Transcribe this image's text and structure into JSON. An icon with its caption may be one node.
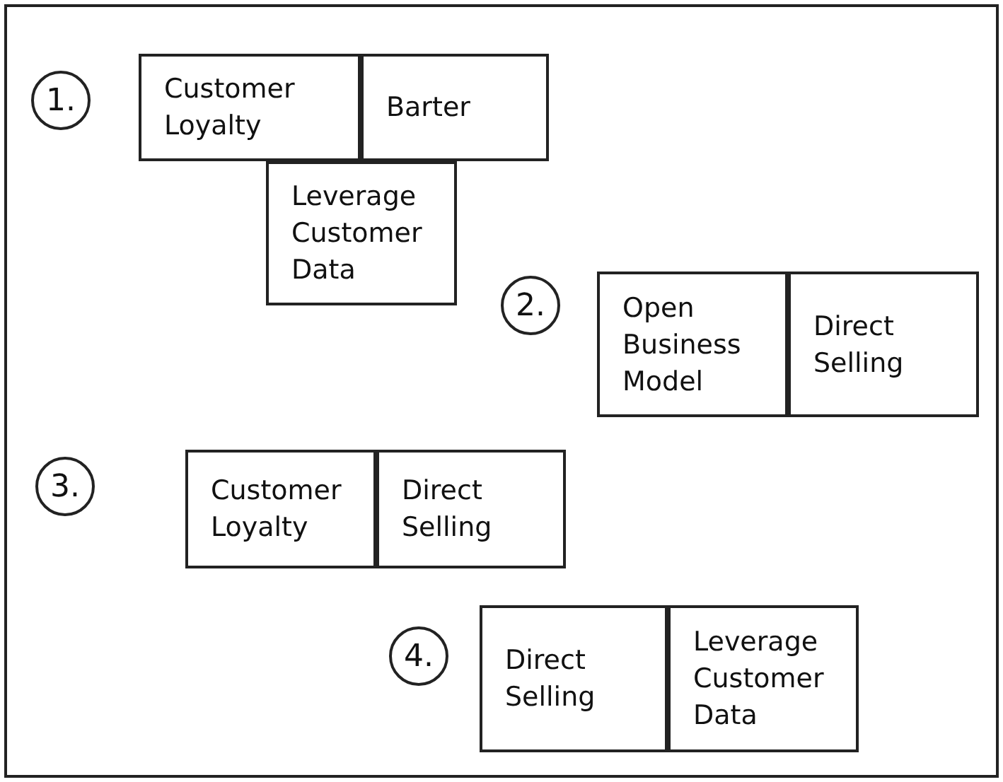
{
  "diagram": {
    "nodes": [
      {
        "text": [
          "1."
        ]
      },
      {
        "text": [
          "Customer Loyalty"
        ]
      },
      {
        "text": [
          "Barter"
        ]
      },
      {
        "text": [
          "Leverage Customer Data"
        ]
      },
      {
        "text": [
          "2."
        ]
      },
      {
        "text": [
          "Open Business Model"
        ]
      },
      {
        "text": [
          "Direct Selling"
        ]
      },
      {
        "text": [
          "3."
        ]
      },
      {
        "text": [
          "Customer Loyalty"
        ]
      },
      {
        "text": [
          "Direct Selling"
        ]
      },
      {
        "text": [
          "4."
        ]
      },
      {
        "text": [
          "Direct Selling"
        ]
      },
      {
        "text": [
          "Leverage Customer Data"
        ]
      }
    ]
  }
}
